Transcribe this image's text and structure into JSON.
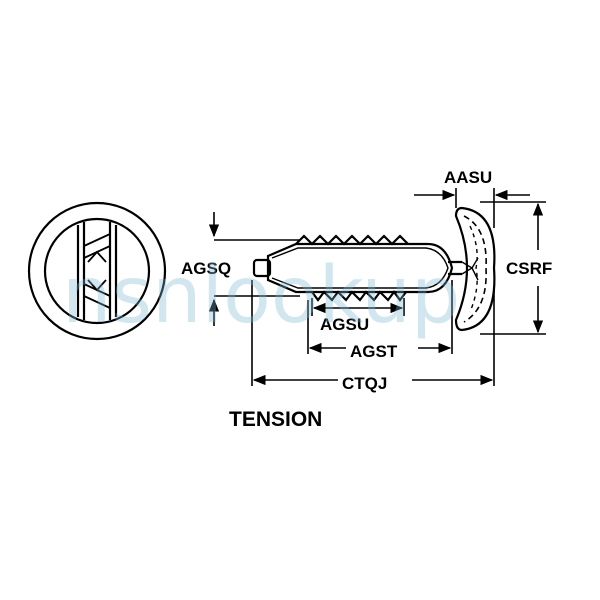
{
  "diagram": {
    "title": "TENSION",
    "labels": {
      "agsq": "AGSQ",
      "agsu": "AGSU",
      "agst": "AGST",
      "ctqj": "CTQJ",
      "aasu": "AASU",
      "csrf": "CSRF"
    },
    "watermark": "nsnlookup",
    "colors": {
      "ink": "#000000",
      "watermark": "#7fb8d6"
    }
  }
}
